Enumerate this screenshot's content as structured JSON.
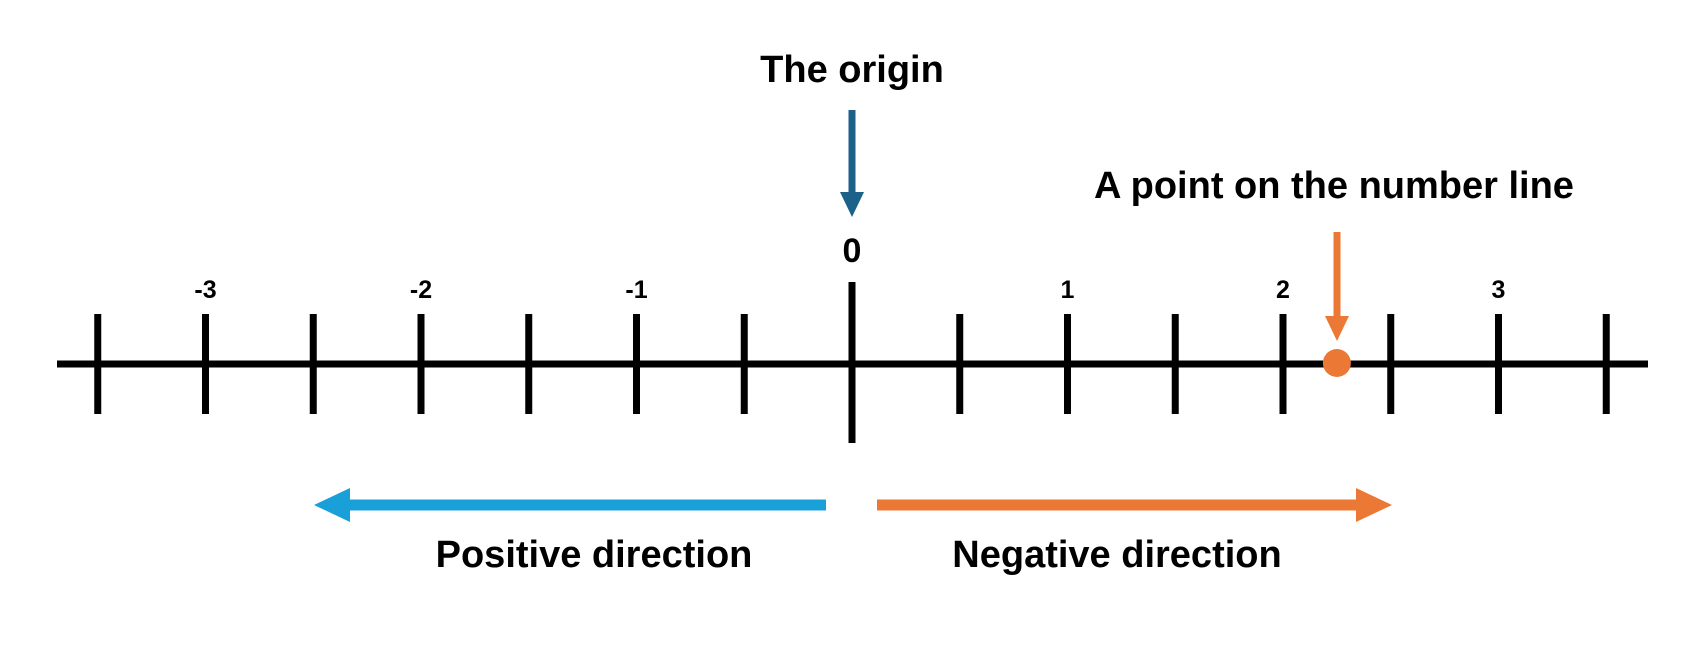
{
  "title_origin": "The origin",
  "title_point": "A point on the number line",
  "zero_label": "0",
  "tick_labels": [
    {
      "value": -3,
      "text": "-3"
    },
    {
      "value": -2,
      "text": "-2"
    },
    {
      "value": -1,
      "text": "-1"
    },
    {
      "value": 1,
      "text": "1"
    },
    {
      "value": 2,
      "text": "2"
    },
    {
      "value": 3,
      "text": "3"
    }
  ],
  "ticks": [
    -3.5,
    -3,
    -2.5,
    -2,
    -1.5,
    -1,
    -0.5,
    0.5,
    1,
    1.5,
    2,
    2.5,
    3,
    3.5
  ],
  "point_value": 2.25,
  "positive_label": "Positive direction",
  "negative_label": "Negative direction",
  "colors": {
    "line": "#000000",
    "origin_arrow": "#1c6189",
    "point": "#ec7836",
    "positive_arrow": "#1aa0d9",
    "negative_arrow": "#ec7836"
  }
}
